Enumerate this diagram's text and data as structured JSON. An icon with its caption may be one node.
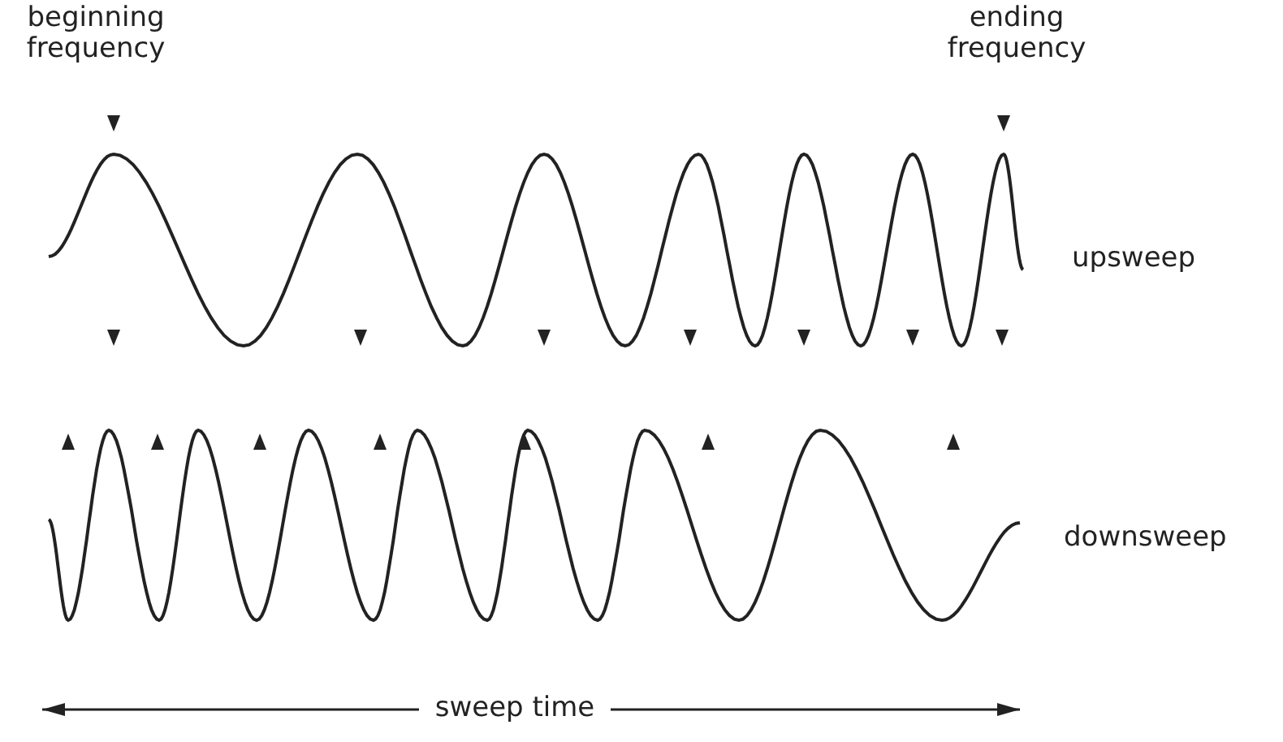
{
  "diagram": {
    "labels": [
      "beginning frequency",
      "ending frequency",
      "upsweep",
      "downsweep",
      "sweep time"
    ]
  }
}
